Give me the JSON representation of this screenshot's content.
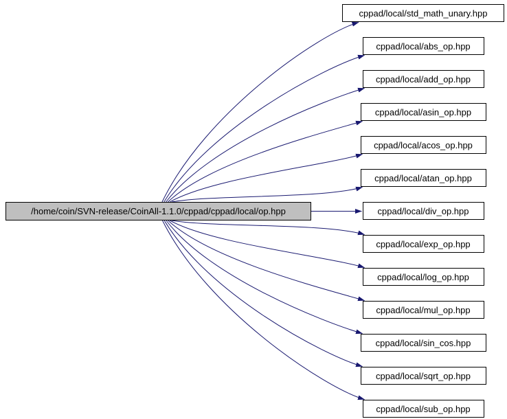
{
  "graph": {
    "kind": "include-dependency-graph",
    "main_node": {
      "label": "/home/coin/SVN-release/CoinAll-1.1.0/cppad/cppad/local/op.hpp"
    },
    "included_files": [
      {
        "label": "cppad/local/std_math_unary.hpp"
      },
      {
        "label": "cppad/local/abs_op.hpp"
      },
      {
        "label": "cppad/local/add_op.hpp"
      },
      {
        "label": "cppad/local/asin_op.hpp"
      },
      {
        "label": "cppad/local/acos_op.hpp"
      },
      {
        "label": "cppad/local/atan_op.hpp"
      },
      {
        "label": "cppad/local/div_op.hpp"
      },
      {
        "label": "cppad/local/exp_op.hpp"
      },
      {
        "label": "cppad/local/log_op.hpp"
      },
      {
        "label": "cppad/local/mul_op.hpp"
      },
      {
        "label": "cppad/local/sin_cos.hpp"
      },
      {
        "label": "cppad/local/sqrt_op.hpp"
      },
      {
        "label": "cppad/local/sub_op.hpp"
      }
    ],
    "edges_note": "one edge from main_node to each included file, in listed order",
    "colors": {
      "edge": "#191970",
      "main_node_fill": "#bfbfbf",
      "node_fill": "#ffffff",
      "node_border": "#000000",
      "text": "#000000",
      "background": "#ffffff"
    }
  }
}
